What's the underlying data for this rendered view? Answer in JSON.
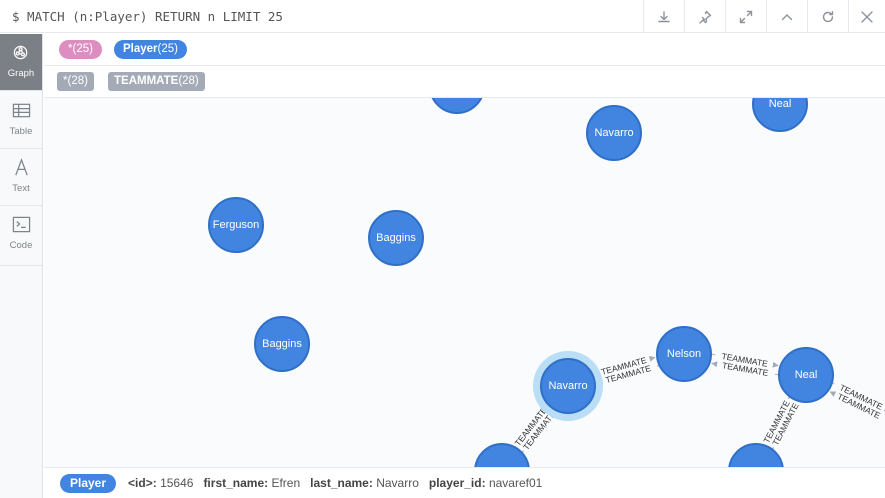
{
  "query": "$ MATCH (n:Player) RETURN n LIMIT 25",
  "toolbar": [
    "download-icon",
    "pin-icon",
    "expand-icon",
    "collapse-icon",
    "rerun-icon",
    "close-icon"
  ],
  "sidebar": {
    "items": [
      {
        "label": "Graph",
        "icon": "graph-icon",
        "active": true
      },
      {
        "label": "Table",
        "icon": "table-icon",
        "active": false
      },
      {
        "label": "Text",
        "icon": "text-icon",
        "active": false
      },
      {
        "label": "Code",
        "icon": "code-icon",
        "active": false
      }
    ]
  },
  "legend": {
    "nodes": [
      {
        "label": "*",
        "count": "(25)",
        "color": "#de8dc0"
      },
      {
        "label": "Player",
        "count": "(25)",
        "color": "#4285e0"
      }
    ],
    "relationships": [
      {
        "label": "*",
        "count": "(28)",
        "color": "#a5abb6"
      },
      {
        "label": "TEAMMATE",
        "count": "(28)",
        "color": "#a5abb6"
      }
    ]
  },
  "graph": {
    "node_color": "#4285e0",
    "node_stroke": "#2f6fc7",
    "selected_halo": "#b9def6",
    "nodes": [
      {
        "id": "n_top",
        "caption": ""
      },
      {
        "id": "n_navarro1",
        "caption": "Navarro"
      },
      {
        "id": "n_neal1",
        "caption": "Neal"
      },
      {
        "id": "n_ferguson",
        "caption": "Ferguson"
      },
      {
        "id": "n_baggins1",
        "caption": "Baggins"
      },
      {
        "id": "n_baggins2",
        "caption": "Baggins"
      },
      {
        "id": "n_nelson",
        "caption": "Nelson"
      },
      {
        "id": "n_navarro2",
        "caption": "Navarro",
        "selected": true
      },
      {
        "id": "n_neal2",
        "caption": "Neal"
      },
      {
        "id": "n_bl",
        "caption": ""
      },
      {
        "id": "n_br",
        "caption": ""
      }
    ],
    "rel_label": "TEAMMATE"
  },
  "status": {
    "label": "Player",
    "color": "#4285e0",
    "props": [
      {
        "key": "<id>:",
        "value": "15646"
      },
      {
        "key": "first_name:",
        "value": "Efren"
      },
      {
        "key": "last_name:",
        "value": "Navarro"
      },
      {
        "key": "player_id:",
        "value": "navaref01"
      }
    ]
  }
}
